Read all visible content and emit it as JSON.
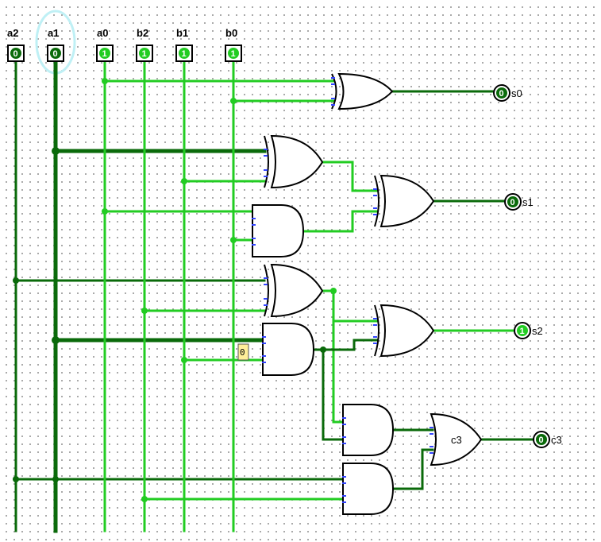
{
  "inputs": [
    {
      "label": "a2",
      "value": "0"
    },
    {
      "label": "a1",
      "value": "0"
    },
    {
      "label": "a0",
      "value": "1"
    },
    {
      "label": "b2",
      "value": "1"
    },
    {
      "label": "b1",
      "value": "1"
    },
    {
      "label": "b0",
      "value": "1"
    }
  ],
  "outputs": [
    {
      "label": "s0",
      "value": "0"
    },
    {
      "label": "s1",
      "value": "0"
    },
    {
      "label": "s2",
      "value": "1"
    },
    {
      "label": "c3",
      "value": "0"
    }
  ],
  "gate_labels": {
    "c3_or": "c3"
  },
  "probe": {
    "value": "0"
  },
  "colors": {
    "wire_on": "#22cc22",
    "wire_off": "#0a6a0a",
    "pin_one": "#22cc22",
    "pin_zero": "#0a6a0a",
    "selection": "#bff0f5",
    "gate_stub": "#3344ff",
    "probe_bg": "#ffee99"
  }
}
